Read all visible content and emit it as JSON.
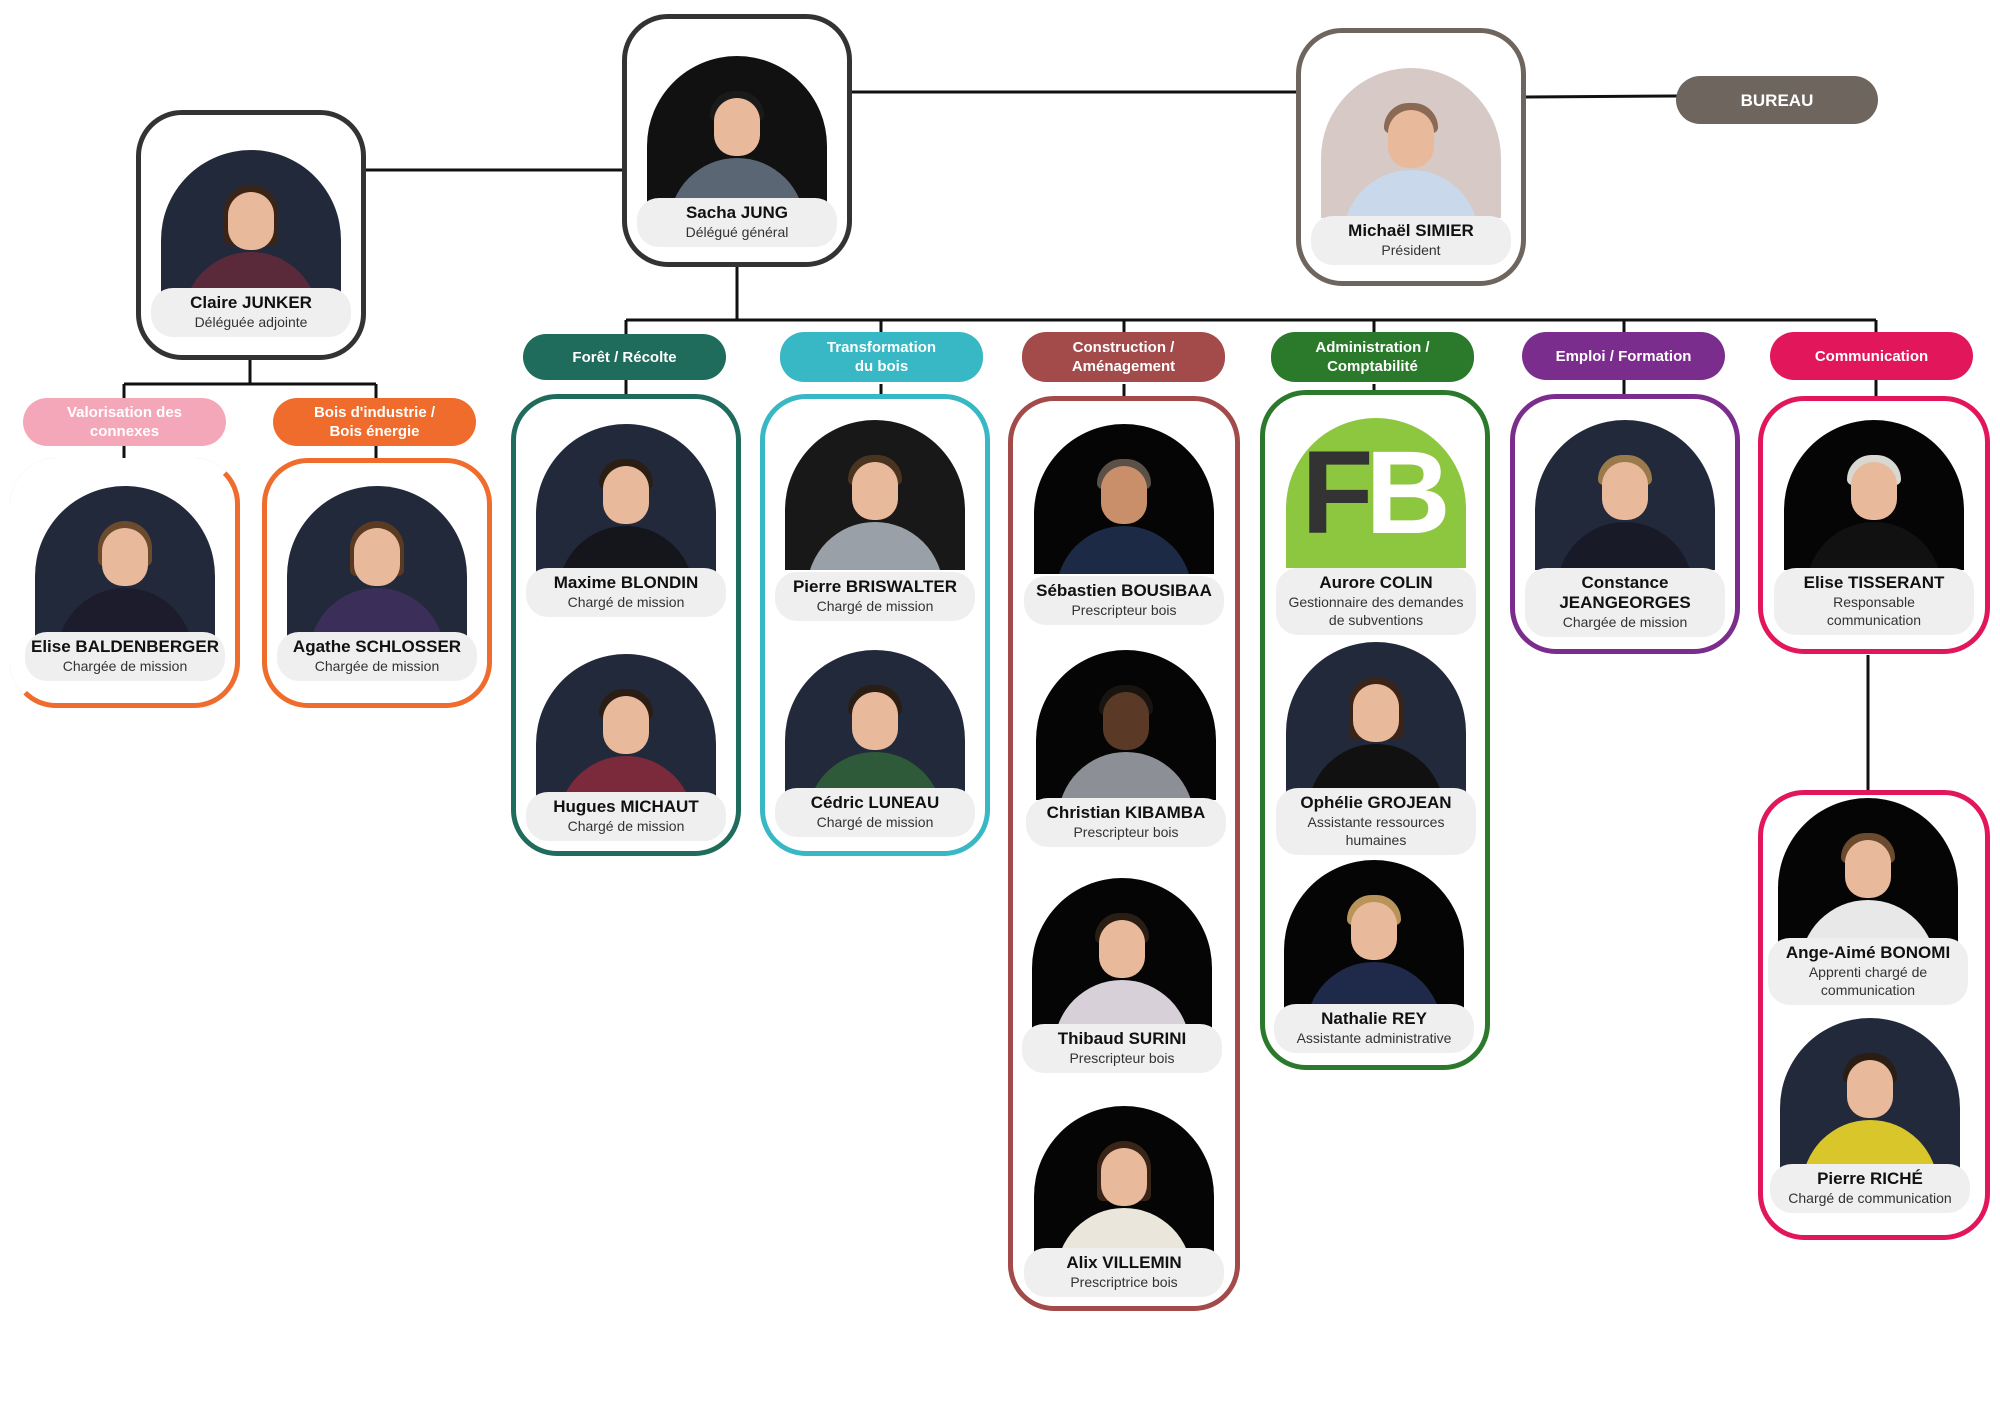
{
  "bureau": {
    "label": "BUREAU"
  },
  "top": {
    "sacha": {
      "name": "Sacha JUNG",
      "role": "Délégué général"
    },
    "michael": {
      "name": "Michaël SIMIER",
      "role": "Président"
    },
    "claire": {
      "name": "Claire JUNKER",
      "role": "Déléguée adjointe"
    }
  },
  "departments": {
    "valorisation": {
      "label": "Valorisation des\nconnexes",
      "color": "#f4a7b9"
    },
    "bois_industrie": {
      "label": "Bois d'industrie /\nBois énergie",
      "color": "#ef6c2c"
    },
    "foret": {
      "label": "Forêt / Récolte",
      "color": "#1f6b5c"
    },
    "transformation": {
      "label": "Transformation\ndu bois",
      "color": "#38b7c4"
    },
    "construction": {
      "label": "Construction /\nAménagement",
      "color": "#a34a4a"
    },
    "administration": {
      "label": "Administration /\nComptabilité",
      "color": "#2b7a2b"
    },
    "emploi": {
      "label": "Emploi / Formation",
      "color": "#7b2d8e"
    },
    "communication": {
      "label": "Communication",
      "color": "#e2175b"
    }
  },
  "people": {
    "elise_b": {
      "name": "Elise BALDENBERGER",
      "role": "Chargée de mission"
    },
    "agathe": {
      "name": "Agathe SCHLOSSER",
      "role": "Chargée de mission"
    },
    "maxime": {
      "name": "Maxime BLONDIN",
      "role": "Chargé de mission"
    },
    "hugues": {
      "name": "Hugues MICHAUT",
      "role": "Chargé de mission"
    },
    "pierre_b": {
      "name": "Pierre BRISWALTER",
      "role": "Chargé de mission"
    },
    "cedric": {
      "name": "Cédric LUNEAU",
      "role": "Chargé de mission"
    },
    "sebastien": {
      "name": "Sébastien BOUSIBAA",
      "role": "Prescripteur bois"
    },
    "christian": {
      "name": "Christian KIBAMBA",
      "role": "Prescripteur bois"
    },
    "thibaud": {
      "name": "Thibaud SURINI",
      "role": "Prescripteur bois"
    },
    "alix": {
      "name": "Alix VILLEMIN",
      "role": "Prescriptrice bois"
    },
    "aurore": {
      "name": "Aurore COLIN",
      "role": "Gestionnaire des demandes\nde subventions"
    },
    "ophelie": {
      "name": "Ophélie GROJEAN",
      "role": "Assistante ressources\nhumaines"
    },
    "nathalie": {
      "name": "Nathalie REY",
      "role": "Assistante administrative"
    },
    "constance": {
      "name": "Constance\nJEANGEORGES",
      "role": "Chargée de mission"
    },
    "elise_t": {
      "name": "Elise TISSERANT",
      "role": "Responsable\ncommunication"
    },
    "ange": {
      "name": "Ange-Aimé BONOMI",
      "role": "Apprenti chargé de\ncommunication"
    },
    "pierre_r": {
      "name": "Pierre RICHÉ",
      "role": "Chargé de communication"
    }
  },
  "logo": {
    "letters": "FB",
    "icon": "fibois-logo"
  },
  "colors": {
    "top_border": "#333333",
    "president_border": "#6e655e",
    "bureau_bg": "#6e655e",
    "line": "#111111",
    "card_bg": "#efefef"
  }
}
